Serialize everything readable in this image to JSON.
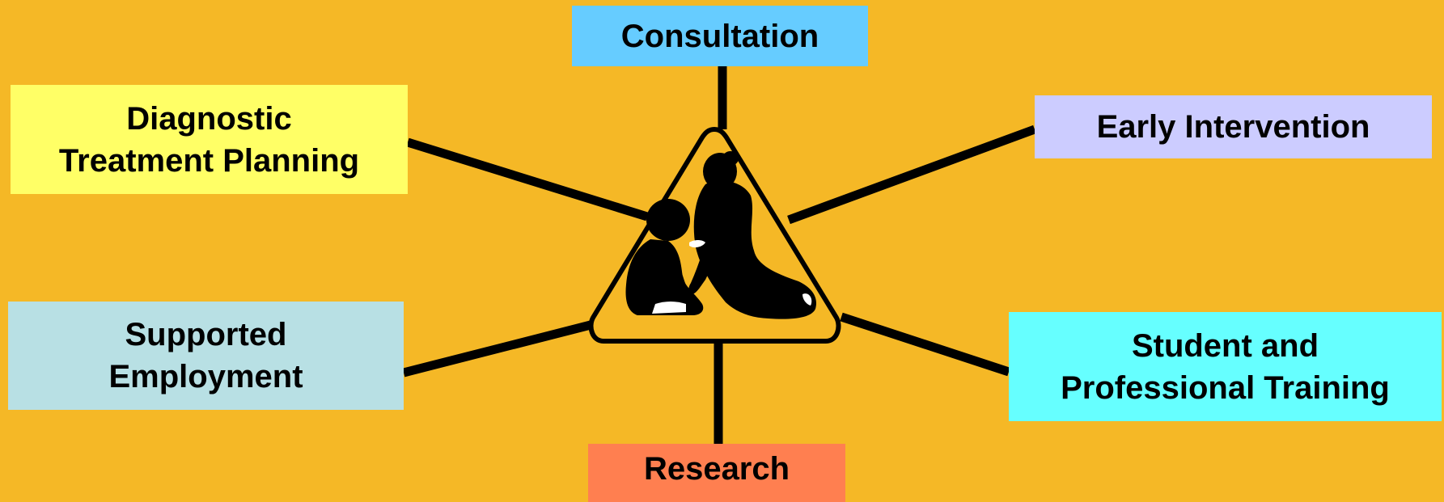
{
  "diagram": {
    "background_color": "#F5B826",
    "center_icon": "child-therapy-warning-sign-icon",
    "nodes": {
      "consultation": {
        "label": "Consultation",
        "color": "#66CCFF"
      },
      "diagnostic": {
        "line1": "Diagnostic",
        "line2": "Treatment Planning",
        "color": "#FFFF66"
      },
      "early_intervention": {
        "label": "Early Intervention",
        "color": "#CCCCFF"
      },
      "supported_employment": {
        "line1": "Supported",
        "line2": "Employment",
        "color": "#B8E0E4"
      },
      "student_training": {
        "line1": "Student and",
        "line2": "Professional Training",
        "color": "#66FFFF"
      },
      "research": {
        "label": "Research",
        "color": "#FF7F50"
      }
    }
  }
}
